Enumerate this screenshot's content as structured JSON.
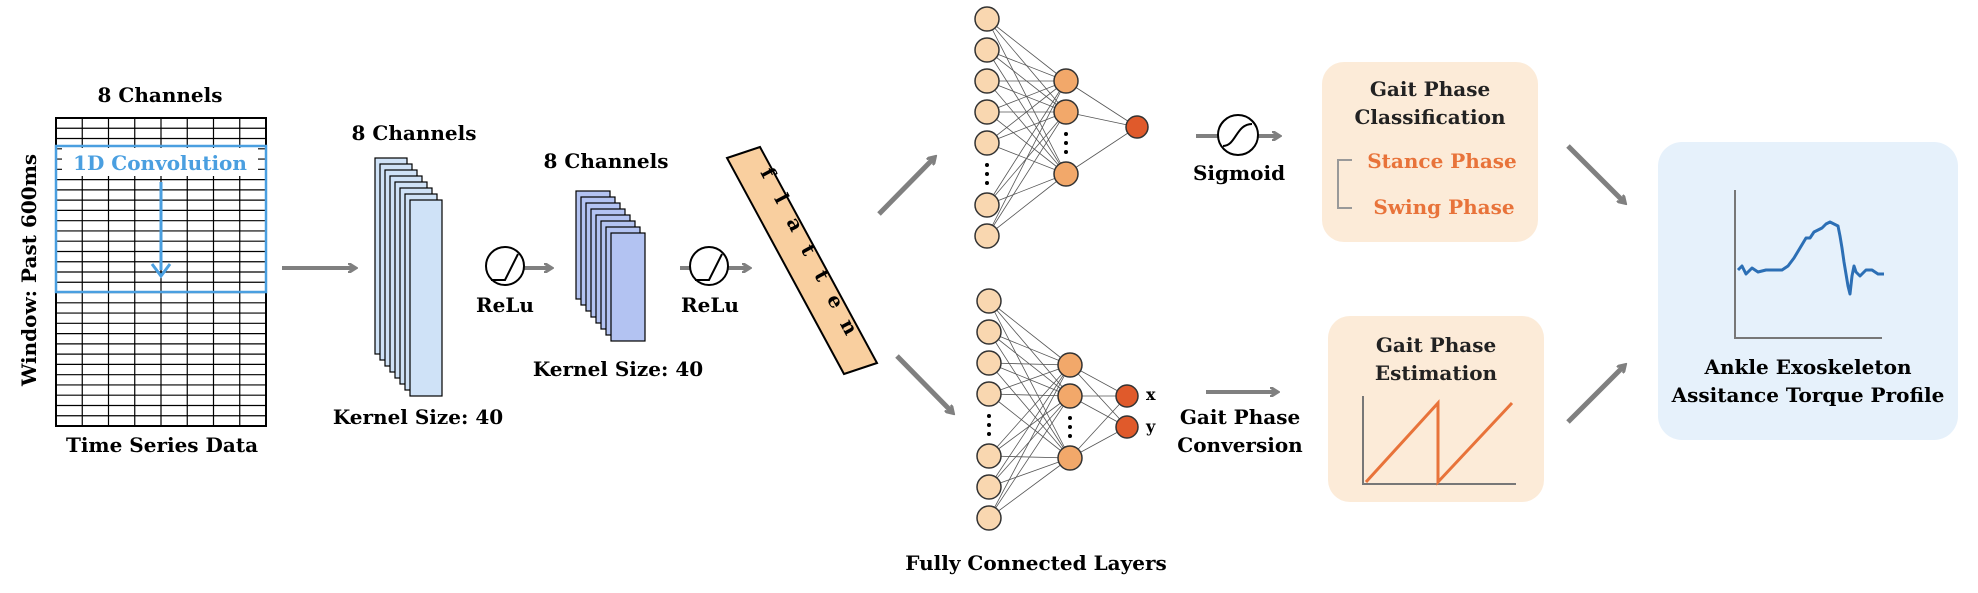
{
  "input": {
    "top_label": "8 Channels",
    "overlay_label": "1D Convolution",
    "side_label": "Window: Past 600ms",
    "bottom_label": "Time Series Data"
  },
  "conv1": {
    "top_label": "8 Channels",
    "bottom_label": "Kernel Size: 40"
  },
  "conv2": {
    "top_label": "8 Channels",
    "bottom_label": "Kernel Size: 40"
  },
  "activations": {
    "relu1": "ReLu",
    "relu2": "ReLu",
    "sigmoid": "Sigmoid"
  },
  "flatten": {
    "letters": [
      "f",
      "l",
      "a",
      "t",
      "t",
      "e",
      "n"
    ]
  },
  "fc": {
    "label": "Fully Connected Layers",
    "out_x": "x",
    "out_y": "y"
  },
  "classification": {
    "title_line1": "Gait Phase",
    "title_line2": "Classification",
    "item1": "Stance Phase",
    "item2": "Swing Phase"
  },
  "estimation": {
    "title_line1": "Gait Phase",
    "title_line2": "Estimation",
    "conversion_line1": "Gait Phase",
    "conversion_line2": "Conversion"
  },
  "output": {
    "title_line1": "Ankle Exoskeleton",
    "title_line2": "Assitance Torque Profile"
  },
  "colors": {
    "arrow": "#808080",
    "conv_blue": "#4a9fe0",
    "stack1_fill": "#cfe2f7",
    "stack2_fill": "#b3c3f2",
    "node_fill": "#f9d7b0",
    "node_hidden": "#f2a86a",
    "node_out": "#e05a2b",
    "panel_orange": "#fcebd8",
    "panel_blue": "#e6f1fb",
    "accent_orange": "#e8733a",
    "torque_line": "#2c6fb5"
  }
}
